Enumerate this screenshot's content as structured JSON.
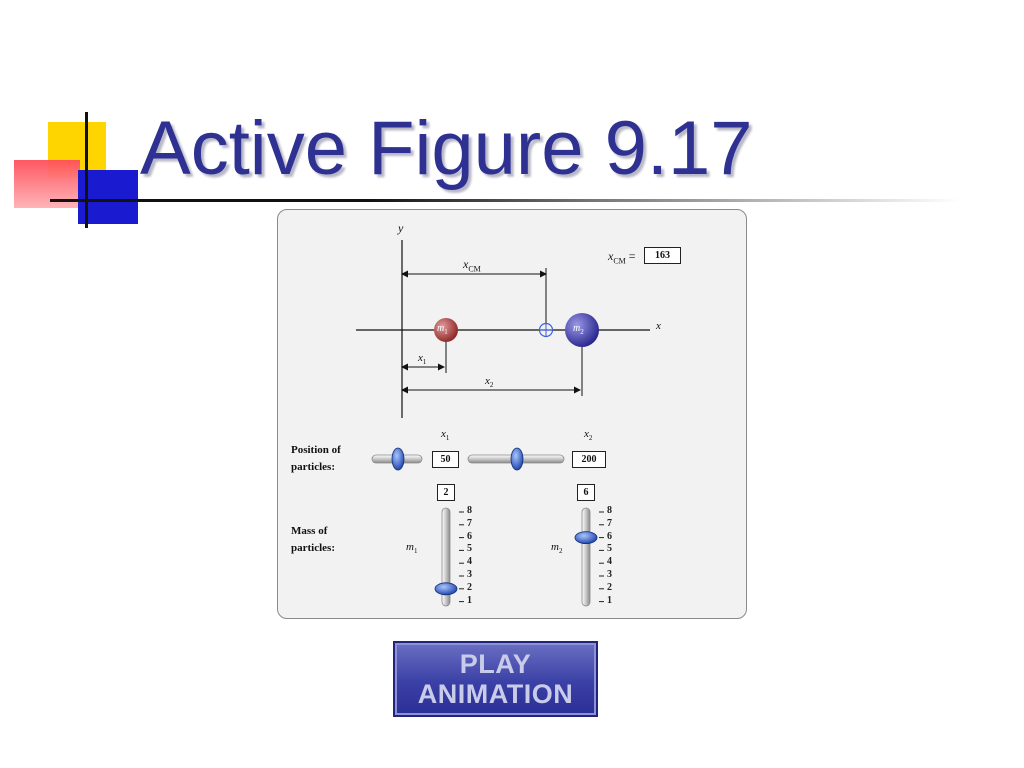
{
  "slide": {
    "title": "Active Figure 9.17"
  },
  "figure": {
    "axis_y_label": "y",
    "axis_x_label": "x",
    "xcm_label": "x",
    "xcm_sub": "CM",
    "xcm_readout_label": "x",
    "xcm_readout_sub": "CM",
    "xcm_readout_eq": "=",
    "xcm_value": "163",
    "m1_label": "m",
    "m1_sub": "1",
    "m2_label": "m",
    "m2_sub": "2",
    "x1_label": "x",
    "x1_sub": "1",
    "x2_label": "x",
    "x2_sub": "2",
    "position_title": "Position of particles:",
    "mass_title": "Mass of particles:",
    "slider_x1_label": "x",
    "slider_x1_sub": "1",
    "slider_x2_label": "x",
    "slider_x2_sub": "2",
    "x1_value": "50",
    "x2_value": "200",
    "m1_value": "2",
    "m2_value": "6",
    "mass_slider_m1_label": "m",
    "mass_slider_m1_sub": "1",
    "mass_slider_m2_label": "m",
    "mass_slider_m2_sub": "2",
    "mass_ticks": [
      "8",
      "7",
      "6",
      "5",
      "4",
      "3",
      "2",
      "1"
    ],
    "mass_scale_range": [
      1,
      8
    ],
    "m1_level": 2,
    "m2_level": 6,
    "colors": {
      "m1": "#a23a3a",
      "m2": "#3d3aa8",
      "knob": "#2b5fd0",
      "title": "#2e3192"
    }
  },
  "button": {
    "line1": "PLAY",
    "line2": "ANIMATION"
  }
}
